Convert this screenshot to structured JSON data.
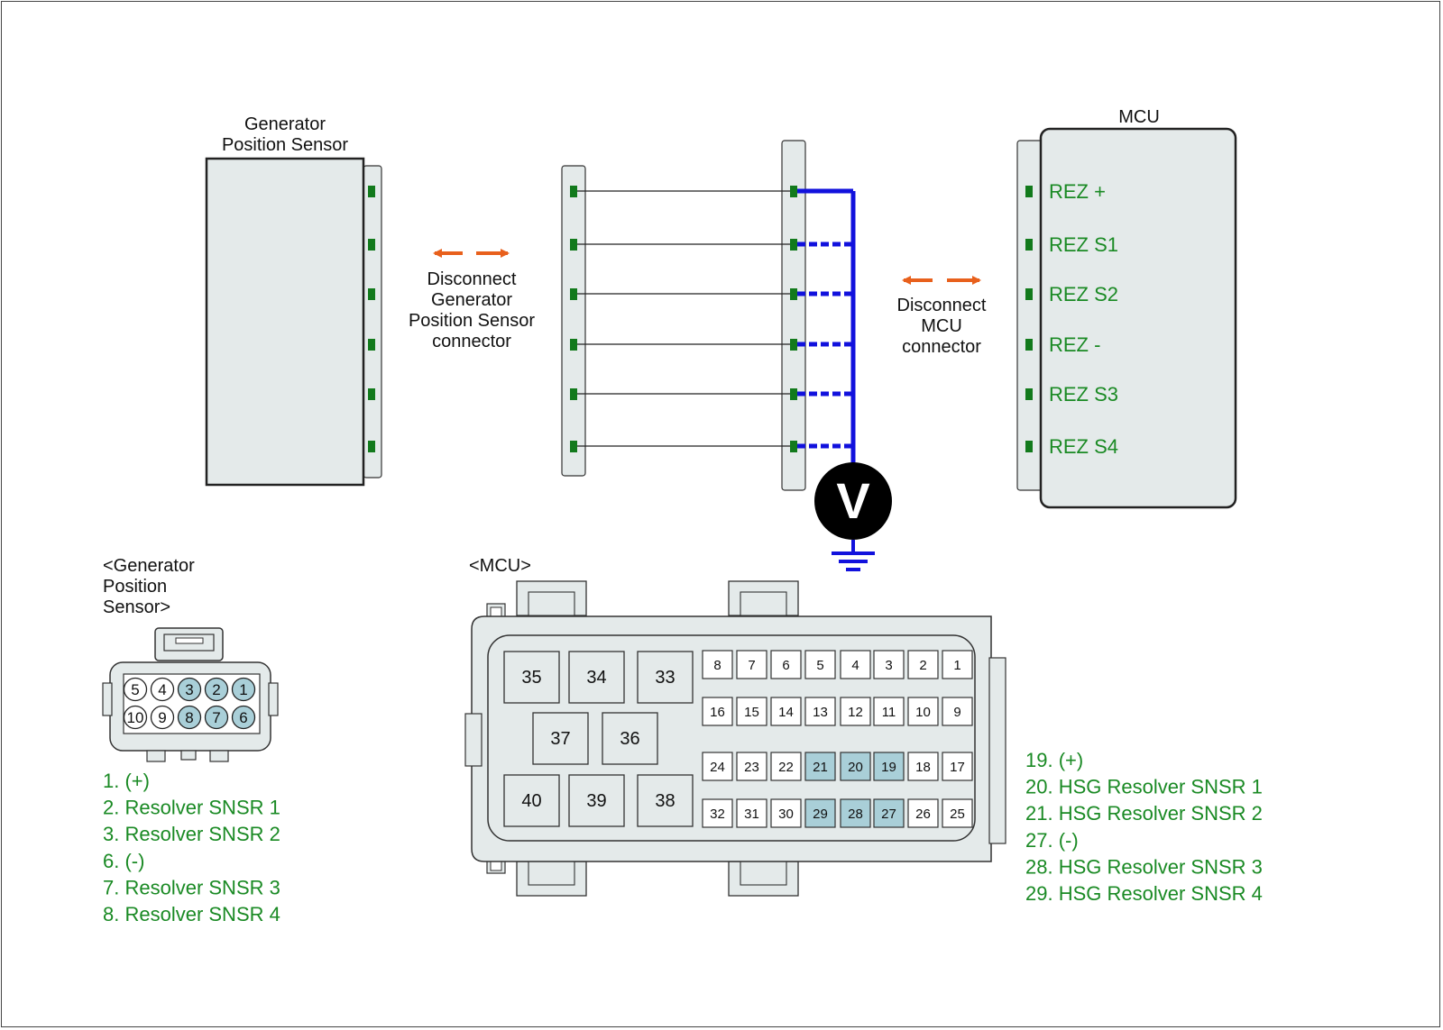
{
  "colors": {
    "connector_fill": "#e4eaea",
    "pin_green": "#127a1c",
    "highlight_pin": "#a9cfd8",
    "meter_wire": "#1111dd",
    "arrow_orange": "#e8601c",
    "text_green": "#1a8a24"
  },
  "labels": {
    "gen_sensor_title_1": "Generator",
    "gen_sensor_title_2": "Position Sensor",
    "mcu_title": "MCU",
    "disconnect_gen_1": "Disconnect",
    "disconnect_gen_2": "Generator",
    "disconnect_gen_3": "Position Sensor",
    "disconnect_gen_4": "connector",
    "disconnect_mcu_1": "Disconnect",
    "disconnect_mcu_2": "MCU",
    "disconnect_mcu_3": "connector",
    "voltmeter": "V"
  },
  "mcu_pins": [
    "REZ +",
    "REZ S1",
    "REZ S2",
    "REZ -",
    "REZ S3",
    "REZ S4"
  ],
  "gps_connector": {
    "title_1": "<Generator",
    "title_2": "Position",
    "title_3": "Sensor>",
    "row1": [
      "5",
      "4",
      "3",
      "2",
      "1"
    ],
    "row2": [
      "10",
      "9",
      "8",
      "7",
      "6"
    ],
    "highlighted": [
      "1",
      "2",
      "3",
      "6",
      "7",
      "8"
    ],
    "legend": [
      "1. (+)",
      "2. Resolver SNSR 1",
      "3. Resolver SNSR 2",
      "6. (-)",
      "7. Resolver SNSR 3",
      "8. Resolver SNSR 4"
    ]
  },
  "mcu_connector": {
    "title": "<MCU>",
    "big_pins": [
      "35",
      "34",
      "33",
      "37",
      "36",
      "40",
      "39",
      "38"
    ],
    "row1": [
      "8",
      "7",
      "6",
      "5",
      "4",
      "3",
      "2",
      "1"
    ],
    "row2": [
      "16",
      "15",
      "14",
      "13",
      "12",
      "11",
      "10",
      "9"
    ],
    "row3": [
      "24",
      "23",
      "22",
      "21",
      "20",
      "19",
      "18",
      "17"
    ],
    "row4": [
      "32",
      "31",
      "30",
      "29",
      "28",
      "27",
      "26",
      "25"
    ],
    "highlighted": [
      "19",
      "20",
      "21",
      "27",
      "28",
      "29"
    ],
    "legend": [
      "19. (+)",
      "20. HSG Resolver SNSR 1",
      "21. HSG Resolver SNSR 2",
      "27. (-)",
      "28. HSG Resolver SNSR 3",
      "29. HSG Resolver SNSR 4"
    ]
  }
}
